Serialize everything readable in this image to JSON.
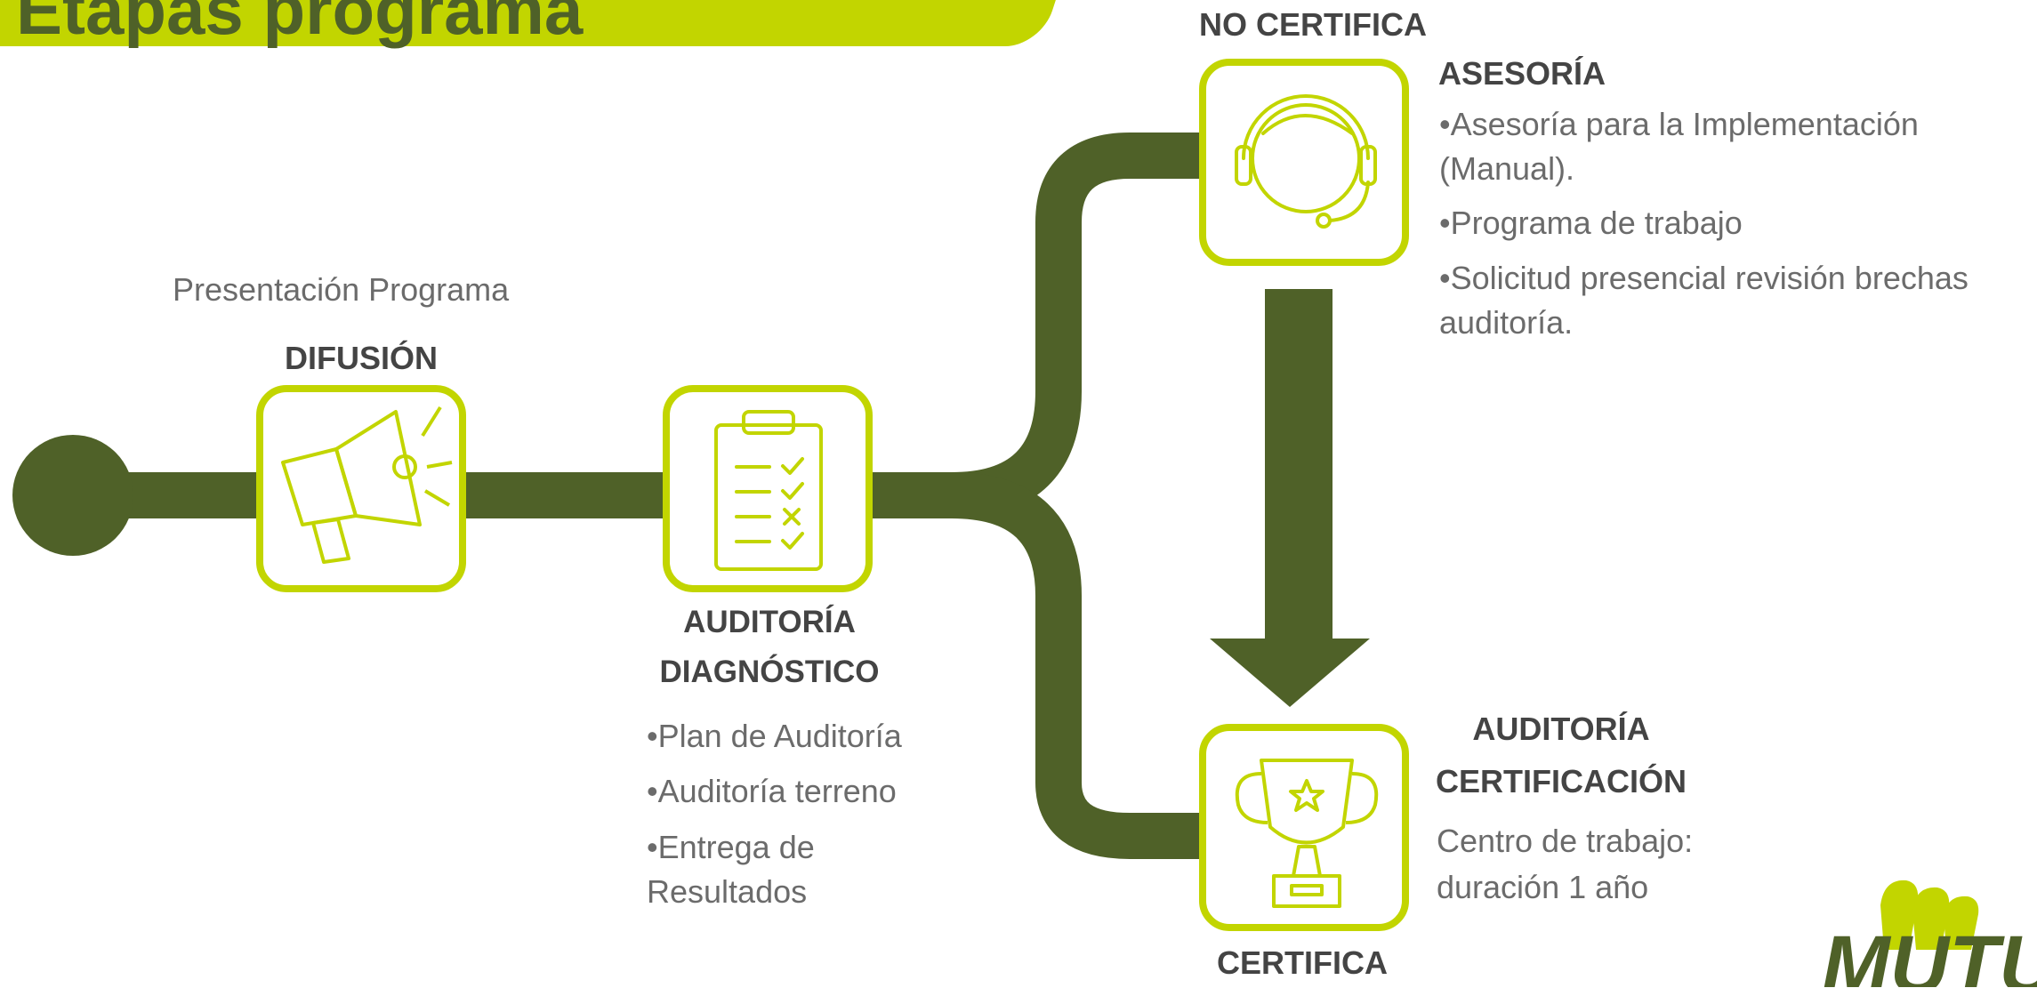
{
  "banner": {
    "title_fragment": "Etapas programa"
  },
  "colors": {
    "path": "#4f6128",
    "accent": "#c2d500",
    "heading": "#444444",
    "text": "#6b6b6b"
  },
  "nodes": {
    "difusion": {
      "pre_label": "Presentación Programa",
      "title": "DIFUSIÓN",
      "icon": "megaphone-icon"
    },
    "auditoria_diagnostico": {
      "title_line1": "AUDITORÍA",
      "title_line2": "DIAGNÓSTICO",
      "items": [
        "Plan de Auditoría",
        "Auditoría terreno",
        "Entrega de",
        "Resultados"
      ],
      "icon": "clipboard-checklist-icon"
    },
    "no_certifica": {
      "label": "NO CERTIFICA",
      "title": "ASESORÍA",
      "items": [
        "Asesoría para la Implementación",
        "(Manual).",
        "Programa de trabajo",
        "Solicitud presencial revisión brechas",
        "auditoría."
      ],
      "icon": "headset-support-icon"
    },
    "certifica": {
      "label": "CERTIFICA",
      "title_line1": "AUDITORÍA",
      "title_line2": "CERTIFICACIÓN",
      "desc_line1": "Centro de trabajo:",
      "desc_line2": "duración 1 año",
      "icon": "trophy-icon"
    }
  },
  "logo": {
    "text": "MUTUAL"
  }
}
